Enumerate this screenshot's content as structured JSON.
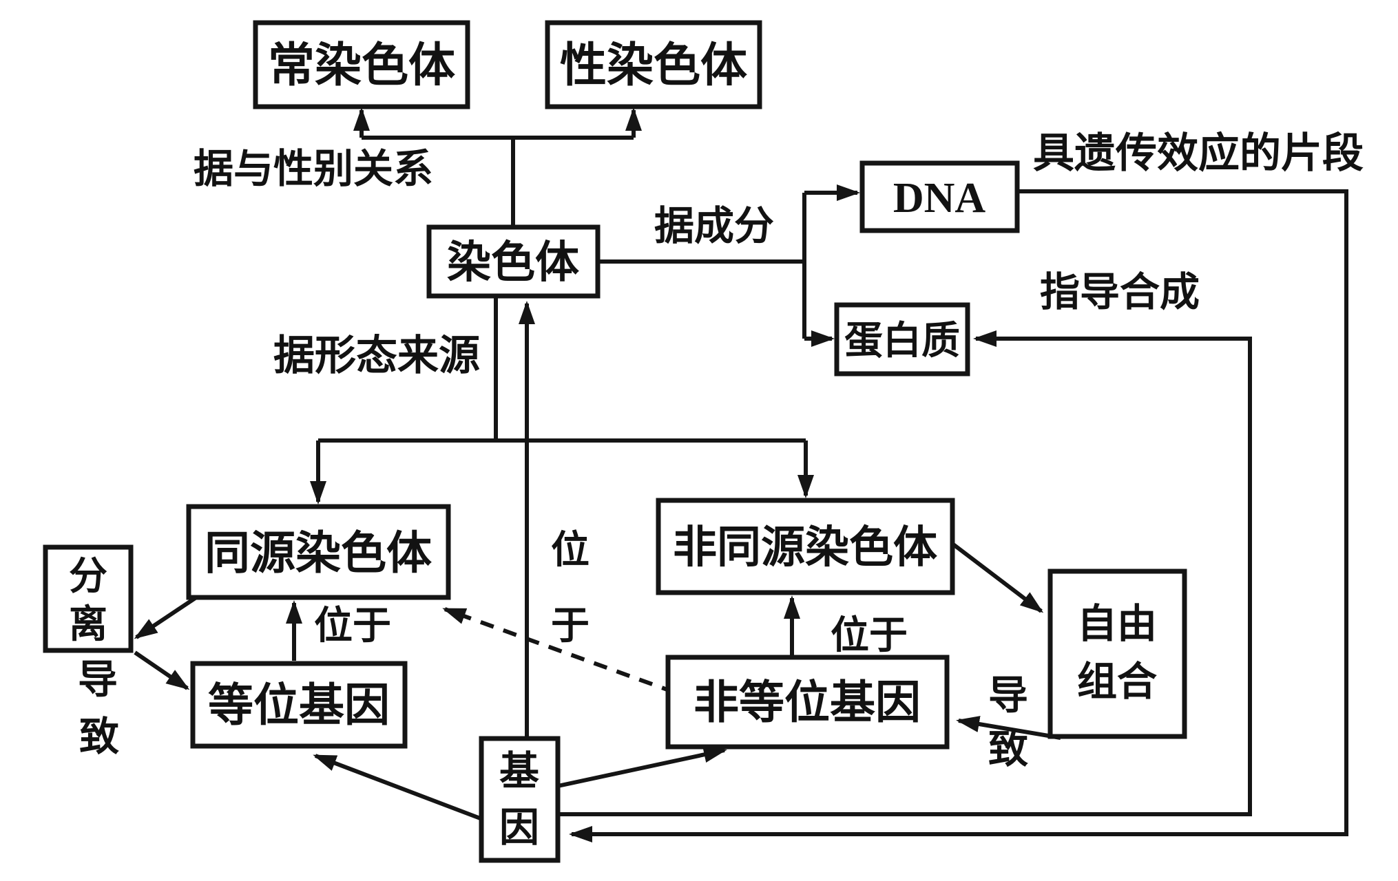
{
  "diagram": {
    "background_color": "#ffffff",
    "ink_color": "#151515",
    "nodes": {
      "autosome": {
        "label": "常染色体"
      },
      "sex_chromosome": {
        "label": "性染色体"
      },
      "chromosome": {
        "label": "染色体"
      },
      "dna": {
        "label": "DNA"
      },
      "protein": {
        "label": "蛋白质"
      },
      "homologous_chromosome": {
        "label": "同源染色体"
      },
      "non_homologous_chromosome": {
        "label": "非同源染色体"
      },
      "segregation": {
        "lines": [
          "分",
          "离"
        ]
      },
      "free_combination": {
        "lines": [
          "自由",
          "组合"
        ]
      },
      "allele": {
        "label": "等位基因"
      },
      "non_allele": {
        "label": "非等位基因"
      },
      "gene": {
        "lines": [
          "基",
          "因"
        ]
      }
    },
    "edge_labels": {
      "by_sex_relation": "据与性别关系",
      "by_composition": "据成分",
      "by_morphology_origin": "据形态来源",
      "genetic_effect_fragment": "具遗传效应的片段",
      "guide_synthesis": "指导合成",
      "located_on_left": "位于",
      "located_on_center": [
        "位",
        "于"
      ],
      "located_on_right": "位于",
      "leads_to_left": [
        "导",
        "致"
      ],
      "leads_to_right": [
        "导",
        "致"
      ]
    }
  }
}
